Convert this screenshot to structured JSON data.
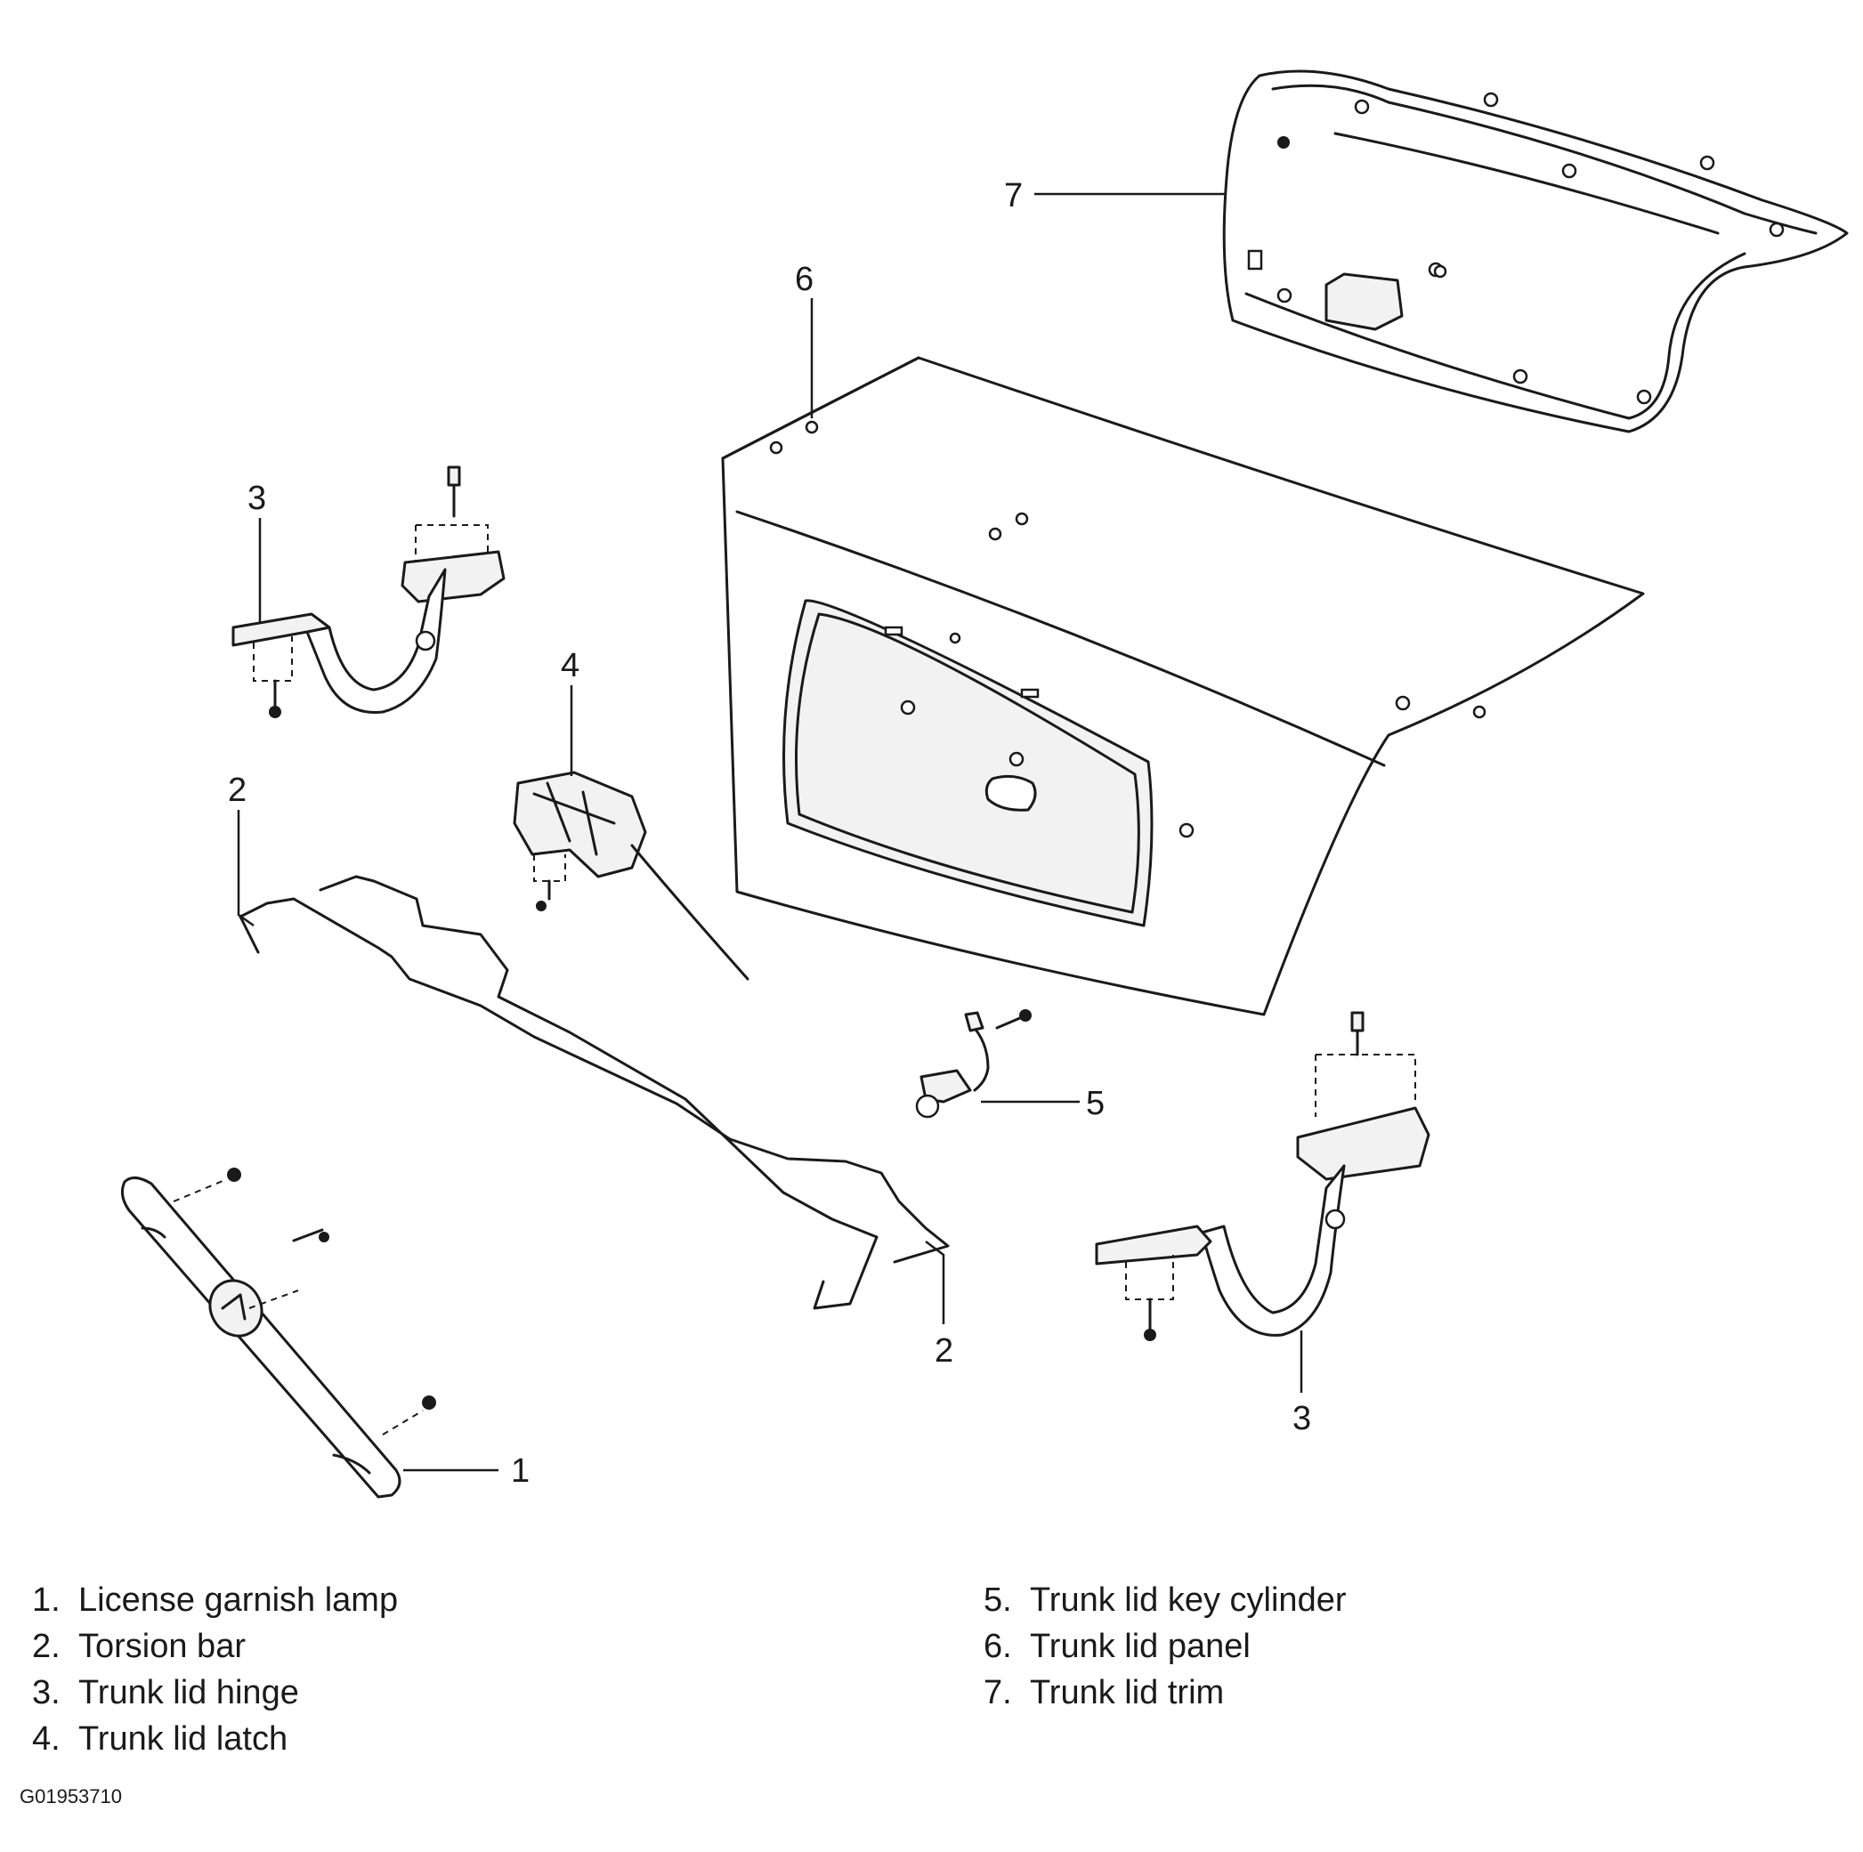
{
  "callouts": [
    {
      "num": "1"
    },
    {
      "num": "2"
    },
    {
      "num": "2"
    },
    {
      "num": "3"
    },
    {
      "num": "3"
    },
    {
      "num": "4"
    },
    {
      "num": "5"
    },
    {
      "num": "6"
    },
    {
      "num": "7"
    }
  ],
  "legend": {
    "left": [
      {
        "num": "1.",
        "label": "License garnish lamp"
      },
      {
        "num": "2.",
        "label": "Torsion bar"
      },
      {
        "num": "3.",
        "label": "Trunk lid hinge"
      },
      {
        "num": "4.",
        "label": "Trunk lid latch"
      }
    ],
    "right": [
      {
        "num": "5.",
        "label": "Trunk lid key cylinder"
      },
      {
        "num": "6.",
        "label": "Trunk lid panel"
      },
      {
        "num": "7.",
        "label": "Trunk lid trim"
      }
    ]
  },
  "figure_id": "G01953710"
}
